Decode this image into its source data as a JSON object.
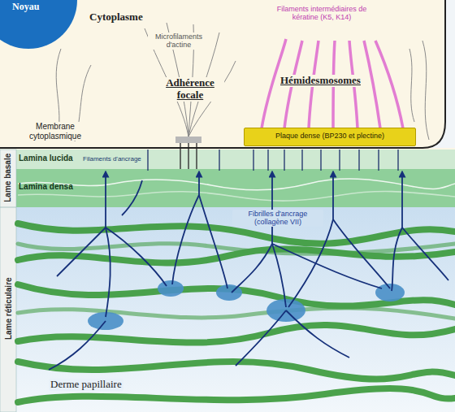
{
  "diagram": {
    "nodes": [
      {
        "text": [
          "Noyau"
        ]
      },
      {
        "text": [
          "Plaque dense (BP230 et plectine)"
        ]
      }
    ],
    "labels": [
      "Cytoplasme",
      "Microfilaments d'actine",
      "Adhérence focale",
      "Filaments intermédiaires de kératine (K5, K14)",
      "Hémidesmosomes",
      "Membrane cytoplasmique",
      "Lamina lucida",
      "Filaments d'ancrage",
      "Lamina densa",
      "Fibrilles d'ancrage (collagène VII)",
      "Lame basale",
      "Lame réticulaire",
      "Derme papillaire"
    ]
  }
}
